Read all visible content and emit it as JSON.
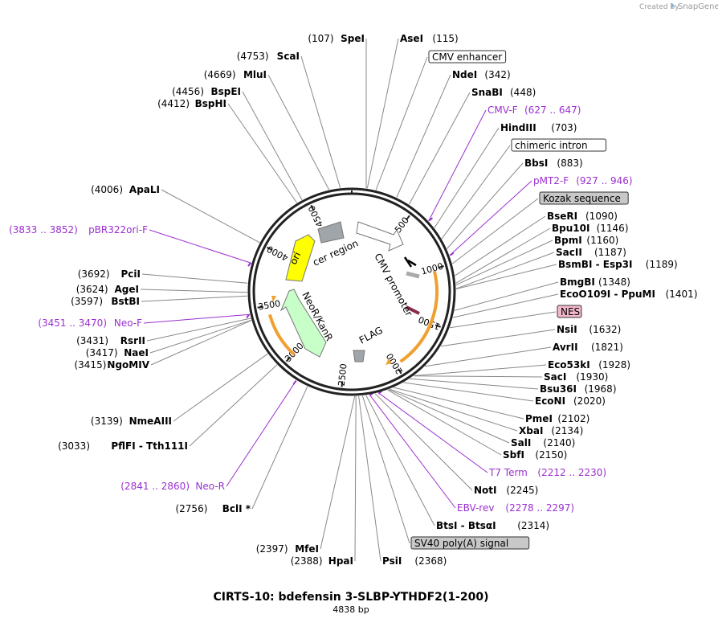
{
  "header": {
    "created_by": "Created by",
    "brand": "SnapGene"
  },
  "plasmid": {
    "name": "CIRTS-10: bdefensin 3-SLBP-YTHDF2(1-200)",
    "length_text": "4838 bp",
    "length": 4838
  },
  "ticks": [
    {
      "pos": 500,
      "label": "500"
    },
    {
      "pos": 1000,
      "label": "1000"
    },
    {
      "pos": 1500,
      "label": "1500"
    },
    {
      "pos": 2000,
      "label": "2000"
    },
    {
      "pos": 2500,
      "label": "2500"
    },
    {
      "pos": 3000,
      "label": "3000"
    },
    {
      "pos": 3500,
      "label": "3500"
    },
    {
      "pos": 4000,
      "label": "4000"
    },
    {
      "pos": 4500,
      "label": "4500"
    }
  ],
  "inner_features": [
    {
      "name": "cer region",
      "start": 4420,
      "end": 4720,
      "color": "#a0a5aa"
    },
    {
      "name": "CMV promoter",
      "start": 200,
      "end": 700,
      "color": "#ffffff"
    },
    {
      "name": "ori",
      "start": 3900,
      "end": 4360,
      "color": "#ffff00"
    },
    {
      "name": "NeoR/KanR",
      "start": 2990,
      "end": 3780,
      "color": "#c8ffc8"
    },
    {
      "name": "FLAG",
      "start": 2290,
      "end": 2330,
      "color": "#a0a5aa"
    }
  ],
  "sites": [
    {
      "name": "SpeI",
      "pos": 107,
      "pos_text": "(107)",
      "side": "left"
    },
    {
      "name": "AseI",
      "pos": 115,
      "pos_text": "(115)",
      "side": "right"
    },
    {
      "name": "CMV enhancer",
      "pos": 180,
      "side": "right",
      "box": "white"
    },
    {
      "name": "NdeI",
      "pos": 342,
      "pos_text": "(342)",
      "side": "right"
    },
    {
      "name": "SnaBI",
      "pos": 448,
      "pos_text": "(448)",
      "side": "right"
    },
    {
      "name": "CMV-F",
      "pos": 637,
      "pos_text": "(627 .. 647)",
      "side": "right",
      "primer": true
    },
    {
      "name": "HindIII",
      "pos": 703,
      "pos_text": "(703)",
      "side": "right"
    },
    {
      "name": "chimeric intron",
      "pos": 800,
      "side": "right",
      "box": "white"
    },
    {
      "name": "BbsI",
      "pos": 883,
      "pos_text": "(883)",
      "side": "right"
    },
    {
      "name": "pMT2-F",
      "pos": 936,
      "pos_text": "(927 .. 946)",
      "side": "right",
      "primer": true
    },
    {
      "name": "Kozak sequence",
      "pos": 1000,
      "side": "right",
      "box": "gray"
    },
    {
      "name": "BseRI",
      "pos": 1090,
      "pos_text": "(1090)",
      "side": "right"
    },
    {
      "name": "Bpu10I",
      "pos": 1146,
      "pos_text": "(1146)",
      "side": "right"
    },
    {
      "name": "BpmI",
      "pos": 1160,
      "pos_text": "(1160)",
      "side": "right"
    },
    {
      "name": "SacII",
      "pos": 1187,
      "pos_text": "(1187)",
      "side": "right"
    },
    {
      "name": "BsmBI - Esp3I",
      "pos": 1189,
      "pos_text": "(1189)",
      "side": "right"
    },
    {
      "name": "BmgBI",
      "pos": 1348,
      "pos_text": "(1348)",
      "side": "right"
    },
    {
      "name": "EcoO109I - PpuMI",
      "pos": 1401,
      "pos_text": "(1401)",
      "side": "right"
    },
    {
      "name": "NES",
      "pos": 1480,
      "side": "right",
      "box": "pink"
    },
    {
      "name": "NsiI",
      "pos": 1632,
      "pos_text": "(1632)",
      "side": "right"
    },
    {
      "name": "AvrII",
      "pos": 1821,
      "pos_text": "(1821)",
      "side": "right"
    },
    {
      "name": "Eco53kI",
      "pos": 1928,
      "pos_text": "(1928)",
      "side": "right"
    },
    {
      "name": "SacI",
      "pos": 1930,
      "pos_text": "(1930)",
      "side": "right"
    },
    {
      "name": "Bsu36I",
      "pos": 1968,
      "pos_text": "(1968)",
      "side": "right"
    },
    {
      "name": "EcoNI",
      "pos": 2020,
      "pos_text": "(2020)",
      "side": "right"
    },
    {
      "name": "PmeI",
      "pos": 2102,
      "pos_text": "(2102)",
      "side": "right"
    },
    {
      "name": "XbaI",
      "pos": 2134,
      "pos_text": "(2134)",
      "side": "right"
    },
    {
      "name": "SalI",
      "pos": 2140,
      "pos_text": "(2140)",
      "side": "right"
    },
    {
      "name": "SbfI",
      "pos": 2150,
      "pos_text": "(2150)",
      "side": "right"
    },
    {
      "name": "T7 Term",
      "pos": 2221,
      "pos_text": "(2212 .. 2230)",
      "side": "right",
      "primer": true
    },
    {
      "name": "NotI",
      "pos": 2245,
      "pos_text": "(2245)",
      "side": "right"
    },
    {
      "name": "EBV-rev",
      "pos": 2287,
      "pos_text": "(2278 .. 2297)",
      "side": "right",
      "primer": true
    },
    {
      "name": "BtsI - BtsαI",
      "pos": 2314,
      "pos_text": "(2314)",
      "side": "right"
    },
    {
      "name": "SV40 poly(A) signal",
      "pos": 2340,
      "side": "right",
      "box": "gray"
    },
    {
      "name": "PsiI",
      "pos": 2368,
      "pos_text": "(2368)",
      "side": "right"
    },
    {
      "name": "HpaI",
      "pos": 2388,
      "pos_text": "(2388)",
      "side": "left"
    },
    {
      "name": "MfeI",
      "pos": 2397,
      "pos_text": "(2397)",
      "side": "left"
    },
    {
      "name": "BclI *",
      "pos": 2756,
      "pos_text": "(2756)",
      "side": "left"
    },
    {
      "name": "Neo-R",
      "pos": 2850,
      "pos_text": "(2841 .. 2860)",
      "side": "left",
      "primer": true
    },
    {
      "name": "PflFI - Tth111I",
      "pos": 3033,
      "pos_text": "(3033)",
      "side": "left"
    },
    {
      "name": "NmeAIII",
      "pos": 3139,
      "pos_text": "(3139)",
      "side": "left"
    },
    {
      "name": "NgoMIV",
      "pos": 3415,
      "pos_text": "(3415)",
      "side": "left"
    },
    {
      "name": "NaeI",
      "pos": 3417,
      "pos_text": "(3417)",
      "side": "left"
    },
    {
      "name": "RsrII",
      "pos": 3431,
      "pos_text": "(3431)",
      "side": "left"
    },
    {
      "name": "Neo-F",
      "pos": 3460,
      "pos_text": "(3451 .. 3470)",
      "side": "left",
      "primer": true
    },
    {
      "name": "BstBI",
      "pos": 3597,
      "pos_text": "(3597)",
      "side": "left"
    },
    {
      "name": "AgeI",
      "pos": 3624,
      "pos_text": "(3624)",
      "side": "left"
    },
    {
      "name": "PciI",
      "pos": 3692,
      "pos_text": "(3692)",
      "side": "left"
    },
    {
      "name": "pBR322ori-F",
      "pos": 3842,
      "pos_text": "(3833 .. 3852)",
      "side": "left",
      "primer": true
    },
    {
      "name": "ApaLI",
      "pos": 4006,
      "pos_text": "(4006)",
      "side": "left"
    },
    {
      "name": "BspHI",
      "pos": 4412,
      "pos_text": "(4412)",
      "side": "left"
    },
    {
      "name": "BspEI",
      "pos": 4456,
      "pos_text": "(4456)",
      "side": "left"
    },
    {
      "name": "MluI",
      "pos": 4669,
      "pos_text": "(4669)",
      "side": "left"
    },
    {
      "name": "ScaI",
      "pos": 4753,
      "pos_text": "(4753)",
      "side": "left"
    }
  ],
  "colors": {
    "primer": "#9b2fd0",
    "orange": "#f0a030",
    "line": "#888888"
  }
}
